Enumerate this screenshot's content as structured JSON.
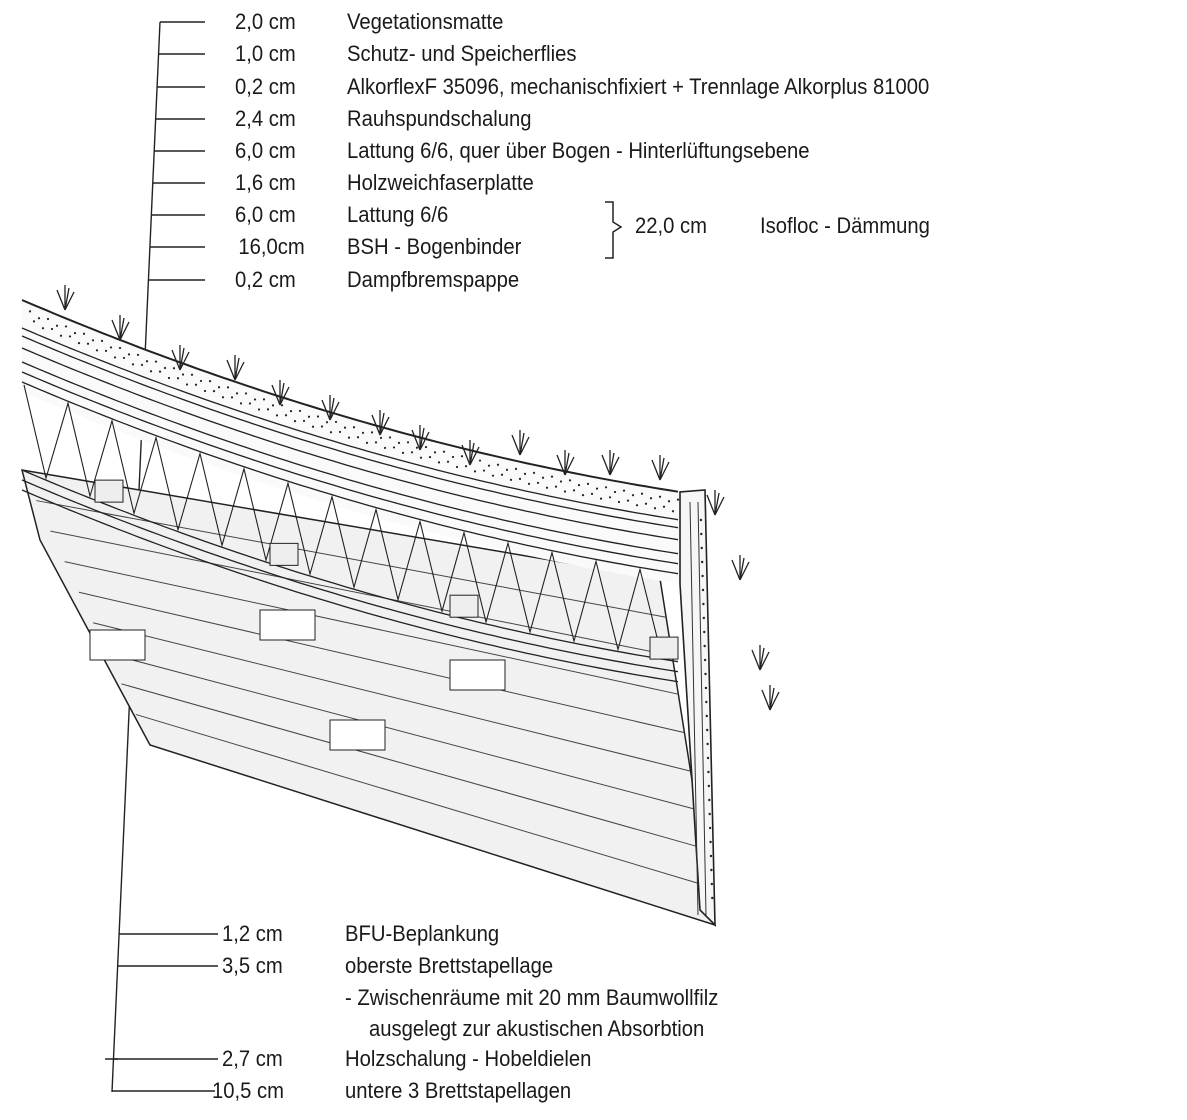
{
  "top_layers": [
    {
      "thickness": "2,0 cm",
      "material": "Vegetationsmatte"
    },
    {
      "thickness": "1,0 cm",
      "material": "Schutz- und Speicherflies"
    },
    {
      "thickness": "0,2 cm",
      "material": "AlkorflexF 35096, mechanischfixiert + Trennlage Alkorplus 81000"
    },
    {
      "thickness": "2,4 cm",
      "material": "Rauhspundschalung"
    },
    {
      "thickness": "6,0 cm",
      "material": "Lattung 6/6, quer über Bogen - Hinterlüftungsebene"
    },
    {
      "thickness": "1,6 cm",
      "material": "Holzweichfaserplatte"
    },
    {
      "thickness": "6,0 cm",
      "material": "Lattung 6/6"
    },
    {
      "thickness": "16,0cm",
      "material": "BSH - Bogenbinder"
    },
    {
      "thickness": "0,2 cm",
      "material": "Dampfbremspappe"
    }
  ],
  "insulation": {
    "thickness": "22,0 cm",
    "material": "Isofloc - Dämmung"
  },
  "bottom_layers": [
    {
      "thickness": "1,2 cm",
      "material": "BFU-Beplankung"
    },
    {
      "thickness": "3,5 cm",
      "material": "oberste Brettstapellage",
      "note1": "- Zwischenräume mit 20 mm Baumwollfilz",
      "note2": "ausgelegt zur akustischen Absorbtion"
    },
    {
      "thickness": "2,7 cm",
      "material": "Holzschalung - Hobeldielen"
    },
    {
      "thickness": "10,5 cm",
      "material": "untere 3 Brettstapellagen"
    }
  ]
}
